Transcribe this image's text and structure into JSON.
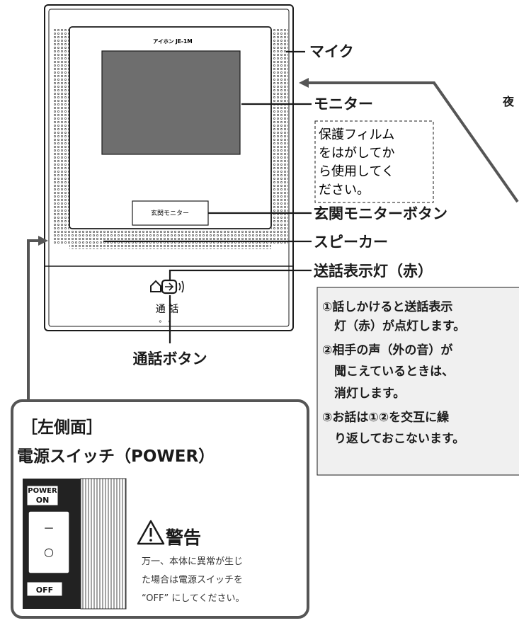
{
  "device": {
    "brand": "アイホン",
    "model": "JE-1M",
    "door_monitor_button": "玄関モニター",
    "talk_icon": "talk-icon",
    "talk_button_label": "通 話",
    "talk_button_dots": "。 。"
  },
  "callouts": {
    "mic": "マイク",
    "night": "夜",
    "monitor": "モニター",
    "film_note": [
      "保護フィルム",
      "をはがしてか",
      "ら使用してく",
      "ださい。"
    ],
    "door_monitor_btn": "玄関モニターボタン",
    "speaker": "スピーカー",
    "talk_lamp": "送話表示灯（赤）",
    "talk_button": "通話ボタン"
  },
  "talk_steps": [
    "①話しかけると送話表示",
    "灯（赤）が点灯します。",
    "②相手の声（外の音）が",
    "聞こえているときは、",
    "消灯します。",
    "③お話は①②を交互に繰",
    "り返しておこないます。"
  ],
  "side_panel": {
    "heading": "［左側面］",
    "title": "電源スイッチ（POWER）",
    "switch_top_1": "POWER",
    "switch_top_2": "ON",
    "switch_bottom": "OFF",
    "switch_on_mark": "－",
    "switch_off_mark": "○",
    "warning_title": "警告",
    "warning_lines": [
      "万一、本体に異常が生じ",
      "た場合は電源スイッチを",
      "“OFF” にしてください。"
    ]
  },
  "colors": {
    "line": "#1a1a1a",
    "arrow_gray": "#555555",
    "panel_gray": "#f0f0f0",
    "screen": "#6e6e6e"
  }
}
